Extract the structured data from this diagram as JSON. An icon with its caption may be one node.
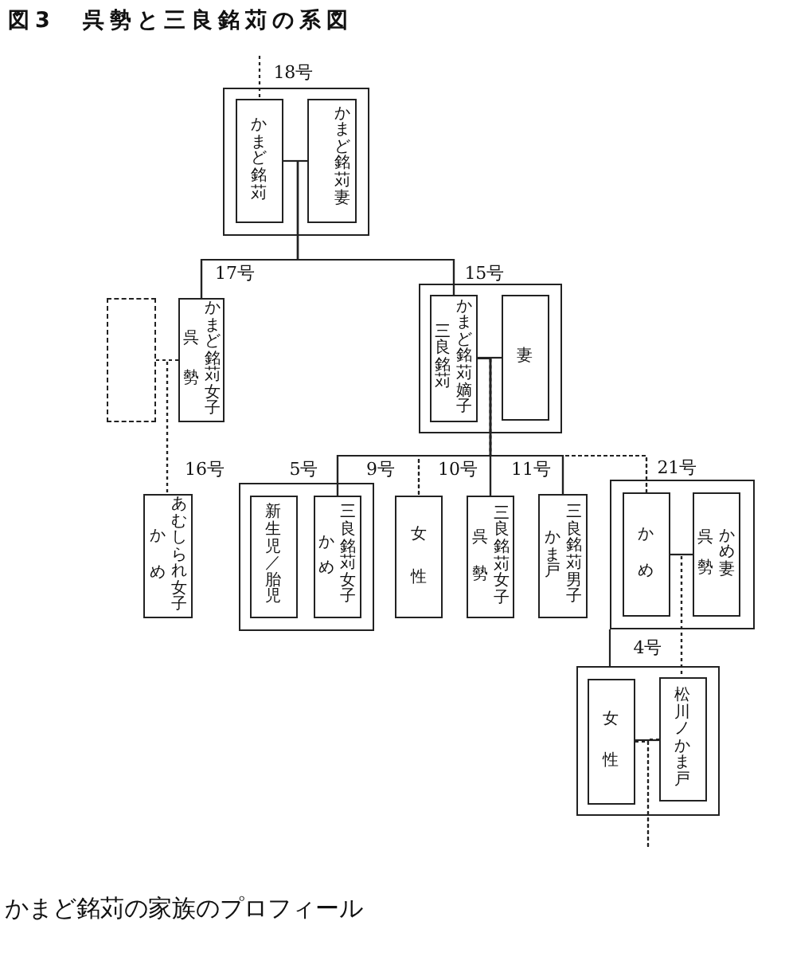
{
  "diagram": {
    "title": "図3 呉勢と三良銘苅の系図",
    "nodes": [
      {
        "text": [
          "18号"
        ]
      },
      {
        "text": [
          "かまど銘苅"
        ],
        "in": 0
      },
      {
        "text": [
          "かまど銘苅妻"
        ],
        "in": 0
      },
      {
        "text": [],
        "shape": "box"
      },
      {
        "text": [
          "呉勢",
          "かまど銘苅女子"
        ],
        "beside": [
          "17号"
        ]
      },
      {
        "text": [
          "15号"
        ]
      },
      {
        "text": [
          "三良銘苅",
          "かまど銘苅嫡子"
        ],
        "in": 5
      },
      {
        "text": [
          "妻"
        ],
        "in": 5
      },
      {
        "text": [
          "かめ",
          "あむしられ女子"
        ],
        "beside": [
          "16号"
        ]
      },
      {
        "text": [
          "5号"
        ]
      },
      {
        "text": [
          "新生児／胎児"
        ],
        "in": 9
      },
      {
        "text": [
          "かめ",
          "三良銘苅女子"
        ],
        "in": 9
      },
      {
        "text": [
          "女性"
        ],
        "beside": [
          "9号"
        ]
      },
      {
        "text": [
          "呉勢",
          "三良銘苅女子"
        ],
        "beside": [
          "10号"
        ]
      },
      {
        "text": [
          "かま戸",
          "三良銘苅男子"
        ],
        "beside": [
          "11号"
        ]
      },
      {
        "text": [
          "21号"
        ]
      },
      {
        "text": [
          "かめ"
        ],
        "in": 15
      },
      {
        "text": [
          "呉勢",
          "かめ妻"
        ],
        "in": 15
      },
      {
        "text": [
          "4号"
        ]
      },
      {
        "text": [
          "女性"
        ],
        "in": 18
      },
      {
        "text": [
          "松川ノかま戸"
        ],
        "in": 18
      }
    ],
    "edges": [
      {
        "from": null,
        "to": 1,
        "arrow": "none",
        "style": "dashed"
      },
      {
        "from": 1,
        "to": 2,
        "arrow": "none"
      },
      {
        "from": 1,
        "to": 4,
        "arrow": "none"
      },
      {
        "from": 2,
        "to": 4,
        "arrow": "none"
      },
      {
        "from": 1,
        "to": 6,
        "arrow": "none"
      },
      {
        "from": 2,
        "to": 6,
        "arrow": "none"
      },
      {
        "from": 3,
        "to": 4,
        "arrow": "none",
        "style": "dashed"
      },
      {
        "from": 3,
        "to": 8,
        "arrow": "none",
        "style": "dashed"
      },
      {
        "from": 4,
        "to": 8,
        "arrow": "none",
        "style": "dashed"
      },
      {
        "from": 6,
        "to": 7,
        "arrow": "none"
      },
      {
        "from": 6,
        "to": 11,
        "arrow": "none"
      },
      {
        "from": 7,
        "to": 11,
        "arrow": "none"
      },
      {
        "from": 6,
        "to": 12,
        "arrow": "none",
        "style": "dashed"
      },
      {
        "from": 7,
        "to": 12,
        "arrow": "none",
        "style": "dashed"
      },
      {
        "from": 6,
        "to": 13,
        "arrow": "none"
      },
      {
        "from": 7,
        "to": 13,
        "arrow": "none"
      },
      {
        "from": 6,
        "to": 14,
        "arrow": "none"
      },
      {
        "from": 7,
        "to": 14,
        "arrow": "none"
      },
      {
        "from": 6,
        "to": 16,
        "arrow": "none",
        "style": "dashed"
      },
      {
        "from": 7,
        "to": 16,
        "arrow": "none",
        "style": "dashed"
      },
      {
        "from": 15,
        "to": 18,
        "arrow": "none"
      },
      {
        "from": 16,
        "to": 17,
        "arrow": "none"
      },
      {
        "from": 16,
        "to": 20,
        "arrow": "none",
        "style": "dashed"
      },
      {
        "from": 17,
        "to": 20,
        "arrow": "none",
        "style": "dashed"
      },
      {
        "from": 19,
        "to": 20,
        "arrow": "none"
      },
      {
        "from": 19,
        "to": null,
        "arrow": "none",
        "style": "dashed"
      },
      {
        "from": 20,
        "to": null,
        "arrow": "none",
        "style": "dashed"
      }
    ],
    "labels": [
      "かまど銘苅の家族のプロフィール"
    ]
  }
}
